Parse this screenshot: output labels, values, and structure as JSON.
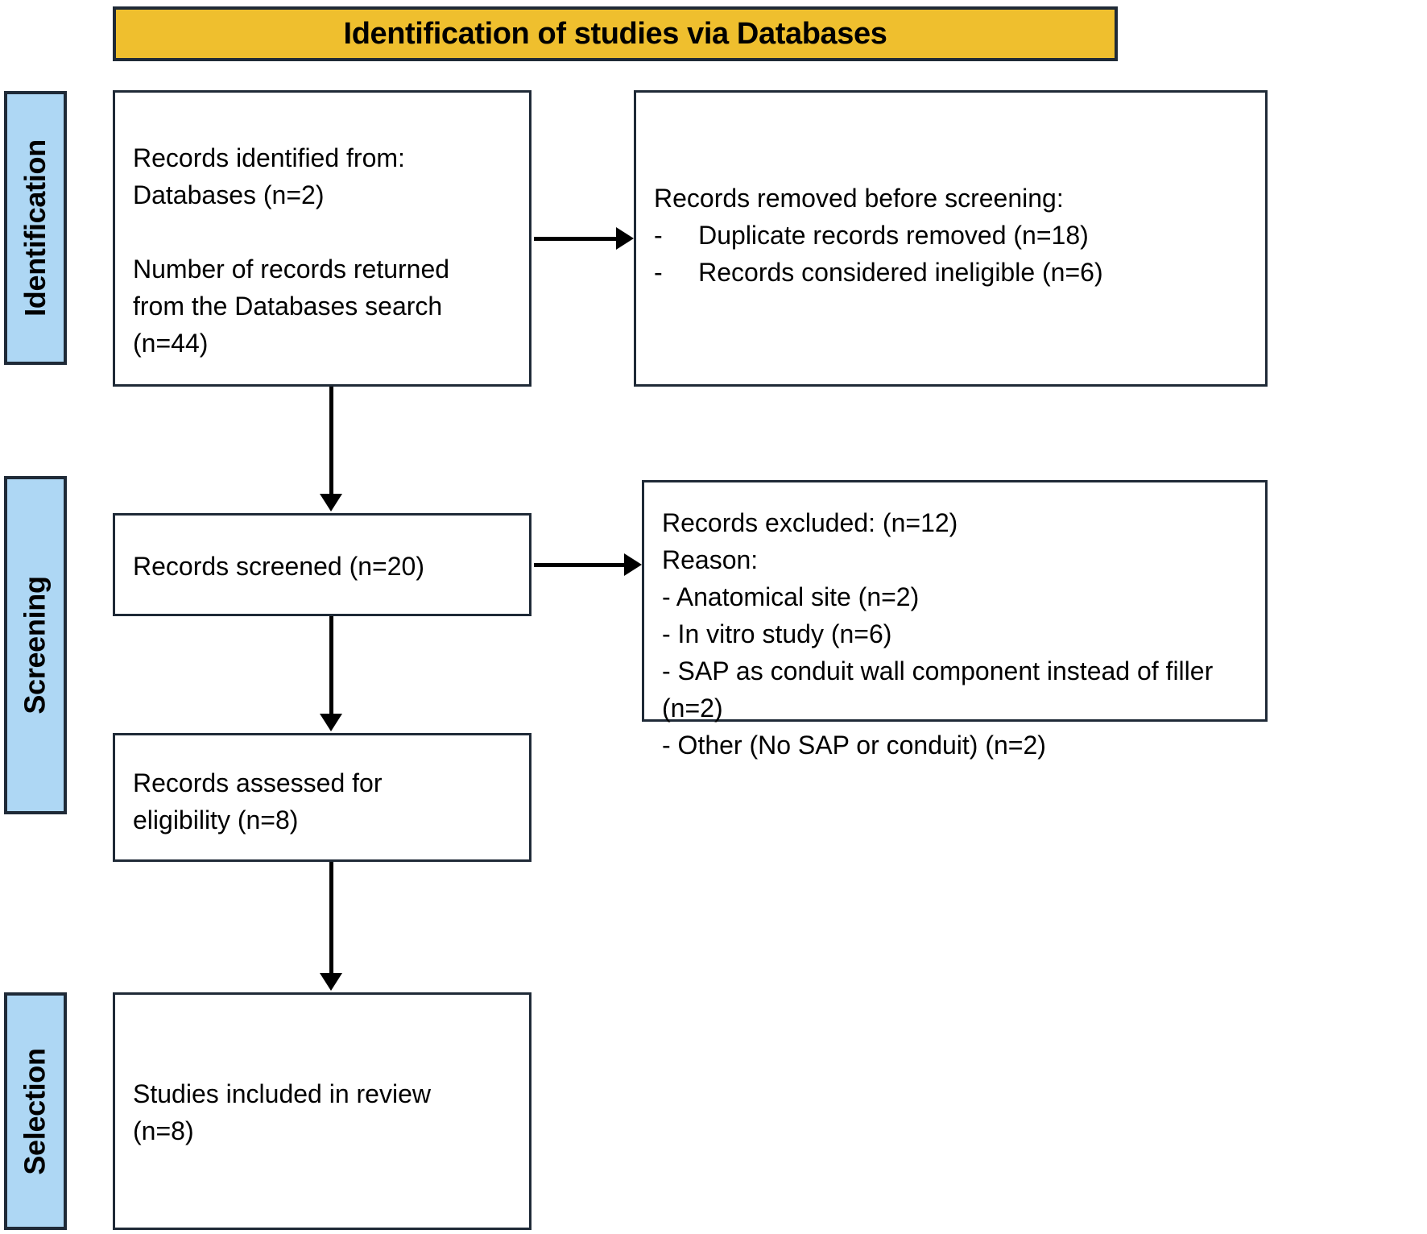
{
  "colors": {
    "accent_header": "#EFBF2E",
    "phase_bar": "#AED7F4",
    "border": "#1F2A37",
    "text": "#000000",
    "background": "#FFFFFF"
  },
  "header": {
    "title": "Identification of studies via Databases"
  },
  "phases": [
    {
      "id": "identification",
      "label": "Identification"
    },
    {
      "id": "screening",
      "label": "Screening"
    },
    {
      "id": "selection",
      "label": "Selection"
    }
  ],
  "boxes": {
    "identified": {
      "text": "Records identified from:\nDatabases (n=2)\n\nNumber of records returned\nfrom the Databases search\n(n=44)"
    },
    "removed": {
      "text": "Records removed before screening:\n-     Duplicate records removed (n=18)\n-     Records considered ineligible (n=6)"
    },
    "screened": {
      "text": "Records screened (n=20)"
    },
    "excluded": {
      "text": "Records excluded: (n=12)\nReason:\n- Anatomical site (n=2)\n- In vitro study (n=6)\n- SAP as conduit wall component instead of filler (n=2)\n- Other (No SAP or conduit) (n=2)"
    },
    "eligibility": {
      "text": "Records assessed for\neligibility (n=8)"
    },
    "included": {
      "text": "Studies included in review\n(n=8)"
    }
  },
  "chart_data": {
    "type": "diagram",
    "title": "Identification of studies via Databases",
    "diagram_kind": "PRISMA flow diagram",
    "phases": [
      "Identification",
      "Screening",
      "Selection"
    ],
    "nodes": [
      {
        "id": "identified",
        "phase": "Identification",
        "label": "Records identified from: Databases (n=2); Number of records returned from the Databases search (n=44)",
        "counts": {
          "databases": 2,
          "records_returned": 44
        }
      },
      {
        "id": "removed",
        "phase": "Identification",
        "label": "Records removed before screening",
        "counts": {
          "duplicate_records_removed": 18,
          "records_considered_ineligible": 6
        }
      },
      {
        "id": "screened",
        "phase": "Screening",
        "label": "Records screened",
        "counts": {
          "n": 20
        }
      },
      {
        "id": "excluded",
        "phase": "Screening",
        "label": "Records excluded",
        "counts": {
          "n": 12,
          "anatomical_site": 2,
          "in_vitro_study": 6,
          "sap_as_conduit_wall_component_instead_of_filler": 2,
          "other_no_sap_or_conduit": 2
        }
      },
      {
        "id": "eligibility",
        "phase": "Screening",
        "label": "Records assessed for eligibility",
        "counts": {
          "n": 8
        }
      },
      {
        "id": "included",
        "phase": "Selection",
        "label": "Studies included in review",
        "counts": {
          "n": 8
        }
      }
    ],
    "edges": [
      {
        "from": "identified",
        "to": "removed",
        "direction": "right"
      },
      {
        "from": "identified",
        "to": "screened",
        "direction": "down"
      },
      {
        "from": "screened",
        "to": "excluded",
        "direction": "right"
      },
      {
        "from": "screened",
        "to": "eligibility",
        "direction": "down"
      },
      {
        "from": "eligibility",
        "to": "included",
        "direction": "down"
      }
    ]
  }
}
